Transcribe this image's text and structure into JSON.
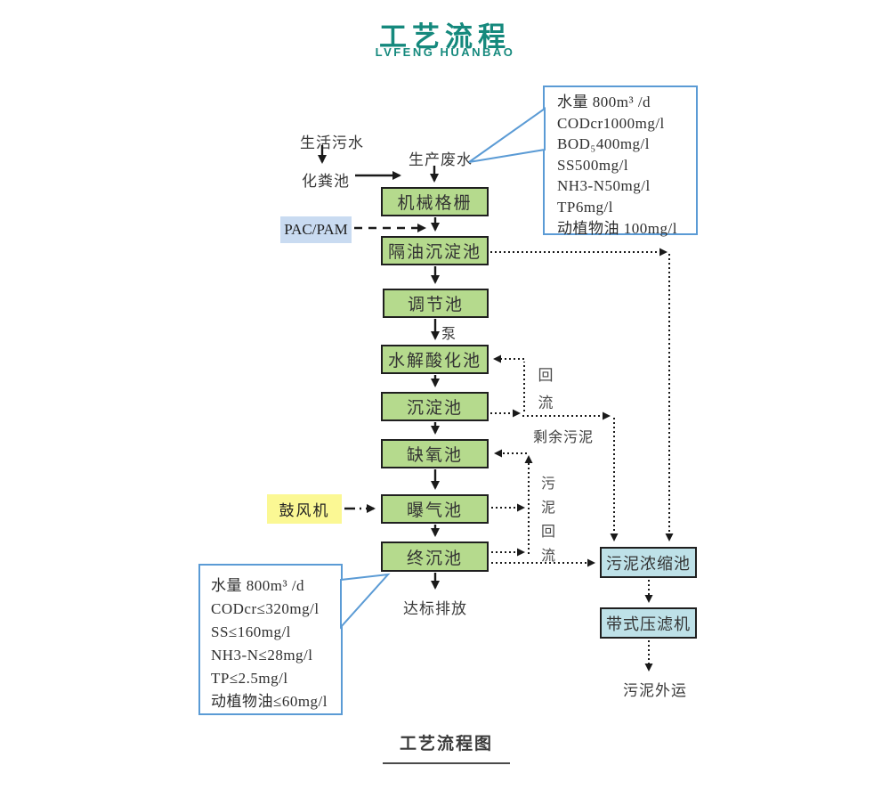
{
  "header": {
    "title": "工艺流程",
    "subtitle": "LVFENG HUANBAO"
  },
  "colors": {
    "node_green": "#b5da8d",
    "node_blue": "#bee1e8",
    "pac_box": "#c9dbf1",
    "blower_box": "#fbf894",
    "callout_border": "#5b9bd5",
    "title_teal": "#15897d"
  },
  "nodes": [
    {
      "label": "机械格栅"
    },
    {
      "label": "隔油沉淀池"
    },
    {
      "label": "调节池"
    },
    {
      "label": "水解酸化池"
    },
    {
      "label": "沉淀池"
    },
    {
      "label": "缺氧池"
    },
    {
      "label": "曝气池"
    },
    {
      "label": "终沉池"
    },
    {
      "label": "污泥浓缩池"
    },
    {
      "label": "带式压滤机"
    }
  ],
  "labels": {
    "domestic_sewage": "生活污水",
    "septic_tank": "化粪池",
    "production_wastewater": "生产废水",
    "pac_pam": "PAC/PAM",
    "pump": "泵",
    "reflux": "回流",
    "excess_sludge": "剩余污泥",
    "sludge_reflux": "污泥回流",
    "blower": "鼓风机",
    "standard_discharge": "达标排放",
    "sludge_transport_out": "污泥外运"
  },
  "influent_callout": {
    "lines": [
      "水量 800m³ /d",
      "CODcr1000mg/l",
      "BOD₅400mg/l",
      "SS500mg/l",
      "NH3-N50mg/l",
      "TP6mg/l",
      "动植物油 100mg/l"
    ]
  },
  "effluent_callout": {
    "lines": [
      "水量 800m³ /d",
      "CODcr≤320mg/l",
      "SS≤160mg/l",
      "NH3-N≤28mg/l",
      "TP≤2.5mg/l",
      "动植物油≤60mg/l"
    ]
  },
  "caption": {
    "text": "工艺流程图"
  }
}
